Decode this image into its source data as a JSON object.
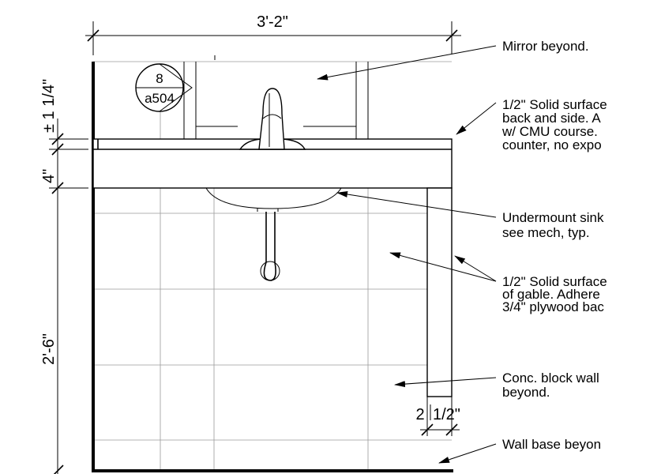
{
  "dimensions": {
    "overall_width": "3'-2\"",
    "top_offset": "± 1 1/4\"",
    "counter_thickness": "4\"",
    "counter_height": "2'-6\"",
    "gable_thickness_whole": "2",
    "gable_thickness_fraction": "1/2\""
  },
  "detail_tag": {
    "number": "8",
    "sheet": "a504"
  },
  "notes": [
    {
      "lines": [
        "Mirror beyond."
      ]
    },
    {
      "lines": [
        "1/2\" Solid surface",
        "back and side. A",
        "w/ CMU course.",
        "counter, no expo"
      ]
    },
    {
      "lines": [
        "Undermount sink",
        "see mech, typ."
      ]
    },
    {
      "lines": [
        "1/2\" Solid surface",
        "of gable. Adhere",
        "3/4\" plywood bac"
      ]
    },
    {
      "lines": [
        "Conc. block wall",
        "beyond."
      ]
    },
    {
      "lines": [
        "Wall base beyon"
      ]
    }
  ]
}
